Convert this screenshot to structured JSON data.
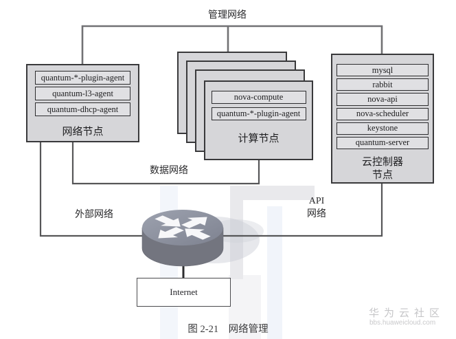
{
  "figure": {
    "caption": "图 2-21　网络管理"
  },
  "networks": {
    "management": "管理网络",
    "data": "数据网络",
    "external": "外部网络",
    "api_line1": "API",
    "api_line2": "网络"
  },
  "network_node": {
    "label": "网络节点",
    "items": [
      "quantum-*-plugin-agent",
      "quantum-l3-agent",
      "quantum-dhcp-agent"
    ]
  },
  "compute_node": {
    "label": "计算节点",
    "stack_count": 4,
    "items": [
      "nova-compute",
      "quantum-*-plugin-agent"
    ]
  },
  "cloud_controller_node": {
    "label_line1": "云控制器",
    "label_line2": "节点",
    "items": [
      "mysql",
      "rabbit",
      "nova-api",
      "nova-scheduler",
      "keystone",
      "quantum-server"
    ]
  },
  "internet": {
    "label": "Internet"
  },
  "watermark": {
    "title": "华为云社区",
    "url": "bbs.huaweicloud.com"
  },
  "colors": {
    "node_fill": "#d6d6d9",
    "service_fill": "#e0e0e3",
    "border": "#39393b",
    "wire": "#565658",
    "router_top": "#8f93a0",
    "router_side": "#73757f"
  }
}
